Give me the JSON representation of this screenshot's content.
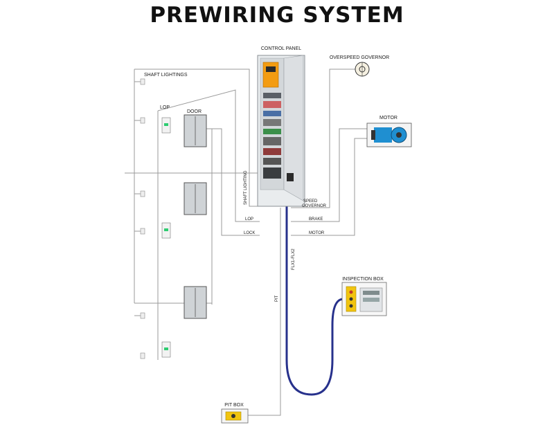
{
  "title": "PREWIRING SYSTEM",
  "labels": {
    "control_panel": "CONTROL PANEL",
    "overspeed_governor": "OVERSPEED GOVERNOR",
    "motor": "MOTOR",
    "shaft_lightings": "SHAFT LIGHTINGS",
    "lop": "LOP",
    "door": "DOOR",
    "shaft_lighting_vertical": "SHAFT LIGHTING",
    "speed": "SPEED",
    "governor": "GOVERNOR",
    "brake": "BRAKE",
    "wire_lop": "LOP",
    "wire_lock": "LOCK",
    "wire_motor": "MOTOR",
    "flex": "FLX1-FLX2",
    "pit": "PIT",
    "inspection_box": "INSPECTION BOX",
    "pit_box": "PIT BOX"
  },
  "colors": {
    "flex_cable": "#27318c",
    "wire": "#9a9a9a",
    "panel_orange": "#f39c12",
    "motor_blue": "#1f8fd1",
    "inspection_yellow": "#f1c40f"
  }
}
